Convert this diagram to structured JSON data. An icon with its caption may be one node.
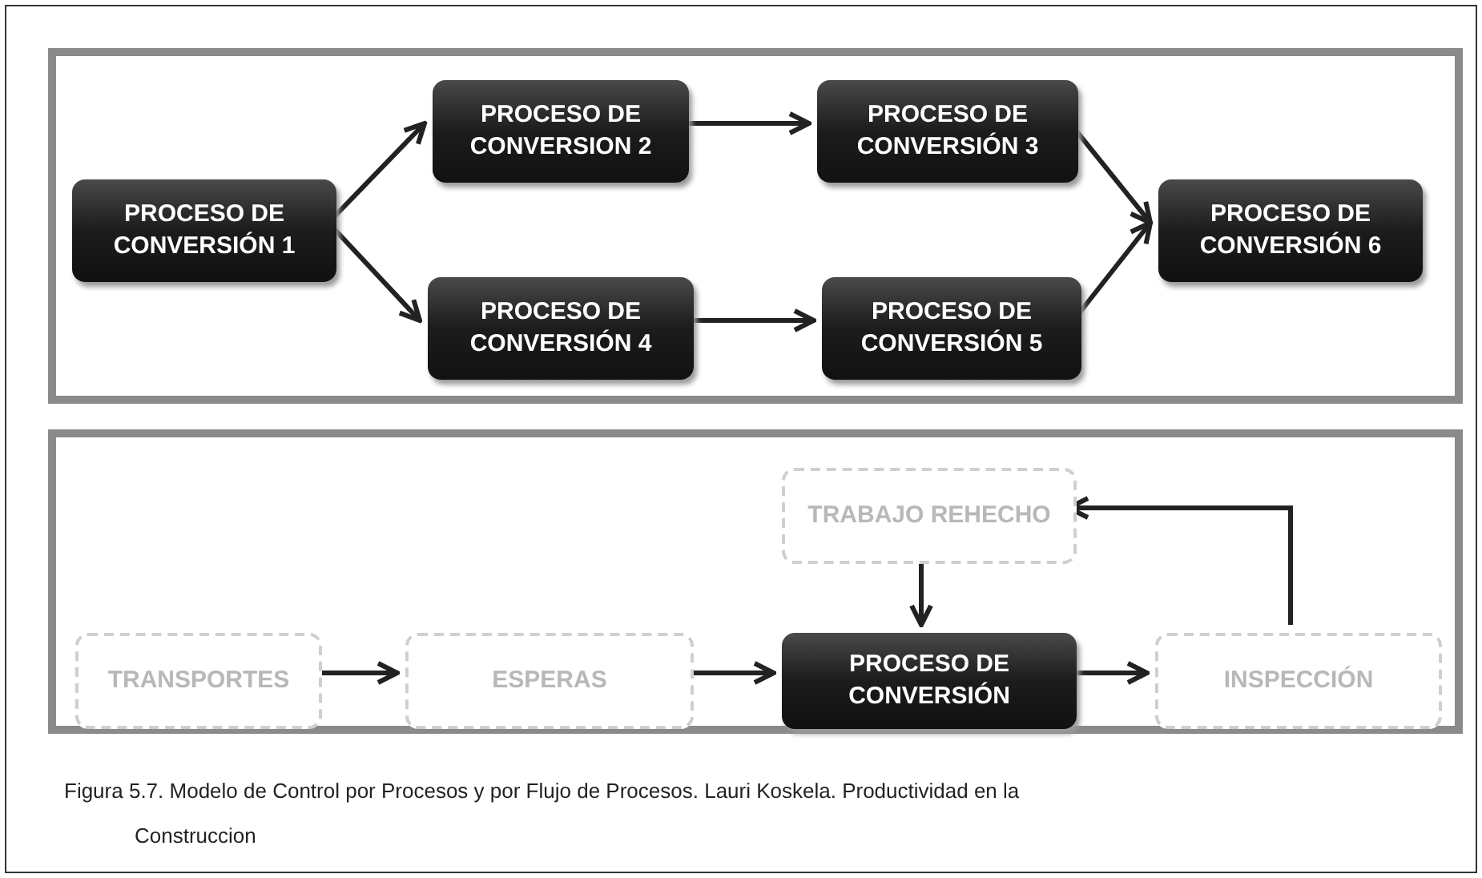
{
  "diagram": {
    "caption": "Figura 5.7. Modelo de Control por Procesos y por Flujo de Procesos. Lauri Koskela. Productividad en la Construccion",
    "nodes": [
      {
        "text": [],
        "shape": "box"
      },
      {
        "text": [
          "PROCESO DE CONVERSIÓN 1"
        ],
        "in": 0
      },
      {
        "text": [
          "PROCESO DE CONVERSION 2"
        ],
        "in": 0
      },
      {
        "text": [
          "PROCESO DE CONVERSIÓN 3"
        ],
        "in": 0
      },
      {
        "text": [
          "PROCESO DE CONVERSIÓN 4"
        ],
        "in": 0
      },
      {
        "text": [
          "PROCESO DE CONVERSIÓN 5"
        ],
        "in": 0
      },
      {
        "text": [
          "PROCESO DE CONVERSIÓN 6"
        ],
        "in": 0
      },
      {
        "text": [],
        "shape": "box"
      },
      {
        "text": [
          "TRABAJO REHECHO"
        ],
        "in": 7
      },
      {
        "text": [
          "TRANSPORTES"
        ],
        "in": 7
      },
      {
        "text": [
          "ESPERAS"
        ],
        "in": 7
      },
      {
        "text": [
          "PROCESO DE CONVERSIÓN"
        ],
        "in": 7
      },
      {
        "text": [
          "INSPECCIÓN"
        ],
        "in": 7
      }
    ],
    "edges": [
      {
        "from": 1,
        "to": 2,
        "arrow": "to"
      },
      {
        "from": 1,
        "to": 4,
        "arrow": "to"
      },
      {
        "from": 2,
        "to": 3,
        "arrow": "to"
      },
      {
        "from": 4,
        "to": 5,
        "arrow": "to"
      },
      {
        "from": 3,
        "to": 6,
        "arrow": "to"
      },
      {
        "from": 5,
        "to": 6,
        "arrow": "to"
      },
      {
        "from": 9,
        "to": 10,
        "arrow": "to"
      },
      {
        "from": 10,
        "to": 11,
        "arrow": "to"
      },
      {
        "from": 11,
        "to": 12,
        "arrow": "to"
      },
      {
        "from": 12,
        "to": 8,
        "arrow": "to"
      },
      {
        "from": 8,
        "to": 11,
        "arrow": "to"
      }
    ]
  }
}
